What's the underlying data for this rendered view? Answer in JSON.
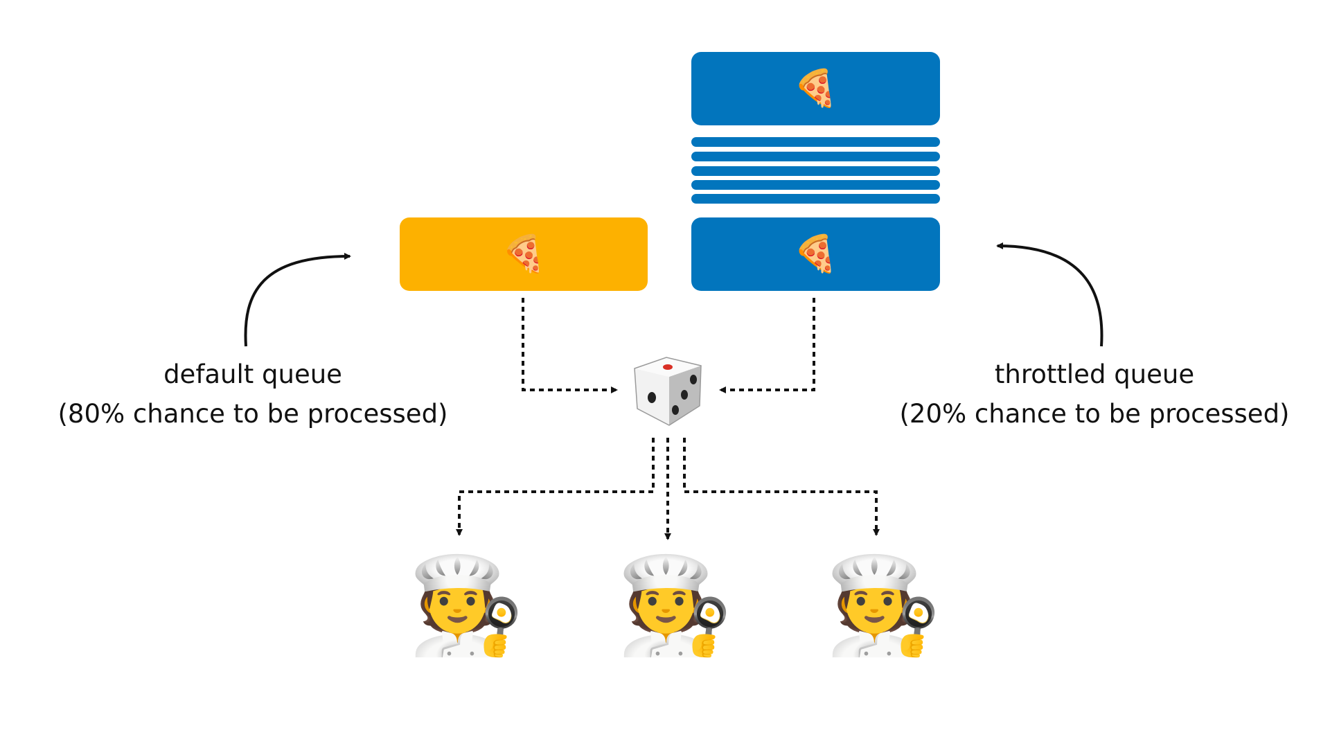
{
  "default_queue": {
    "label_line1": "default queue",
    "label_line2": "(80% chance to be processed)",
    "item_icon": "pizza-icon",
    "color": "#FDB100"
  },
  "throttled_queue": {
    "label_line1": "throttled queue",
    "label_line2": "(20% chance to be processed)",
    "item_icon": "pizza-icon",
    "color": "#0275BD"
  },
  "selector": {
    "icon": "dice-icon"
  },
  "workers": {
    "icon": "cook-icon",
    "count": 3
  }
}
